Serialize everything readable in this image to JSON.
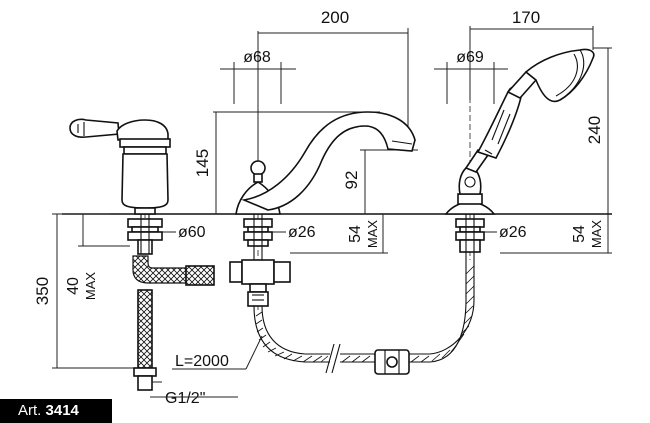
{
  "article": {
    "prefix": "Art.",
    "number": "3414"
  },
  "dimensions": {
    "spout_spacing": "200",
    "shower_spacing": "170",
    "spout_base_diameter": "ø68",
    "shower_base_diameter": "ø69",
    "spout_height": "145",
    "spout_outlet_height": "92",
    "shower_height": "240",
    "mixer_base_diameter": "ø60",
    "spout_shank_diameter": "ø26",
    "shower_shank_diameter": "ø26",
    "deck_thickness_spout": "54",
    "deck_thickness_spout_max": "MAX",
    "deck_thickness_shower": "54",
    "deck_thickness_shower_max": "MAX",
    "mixer_total_height": "350",
    "mixer_deck_thickness": "40",
    "mixer_deck_thickness_max": "MAX",
    "hose_length": "L=2000",
    "connection_thread": "G1/2\""
  }
}
